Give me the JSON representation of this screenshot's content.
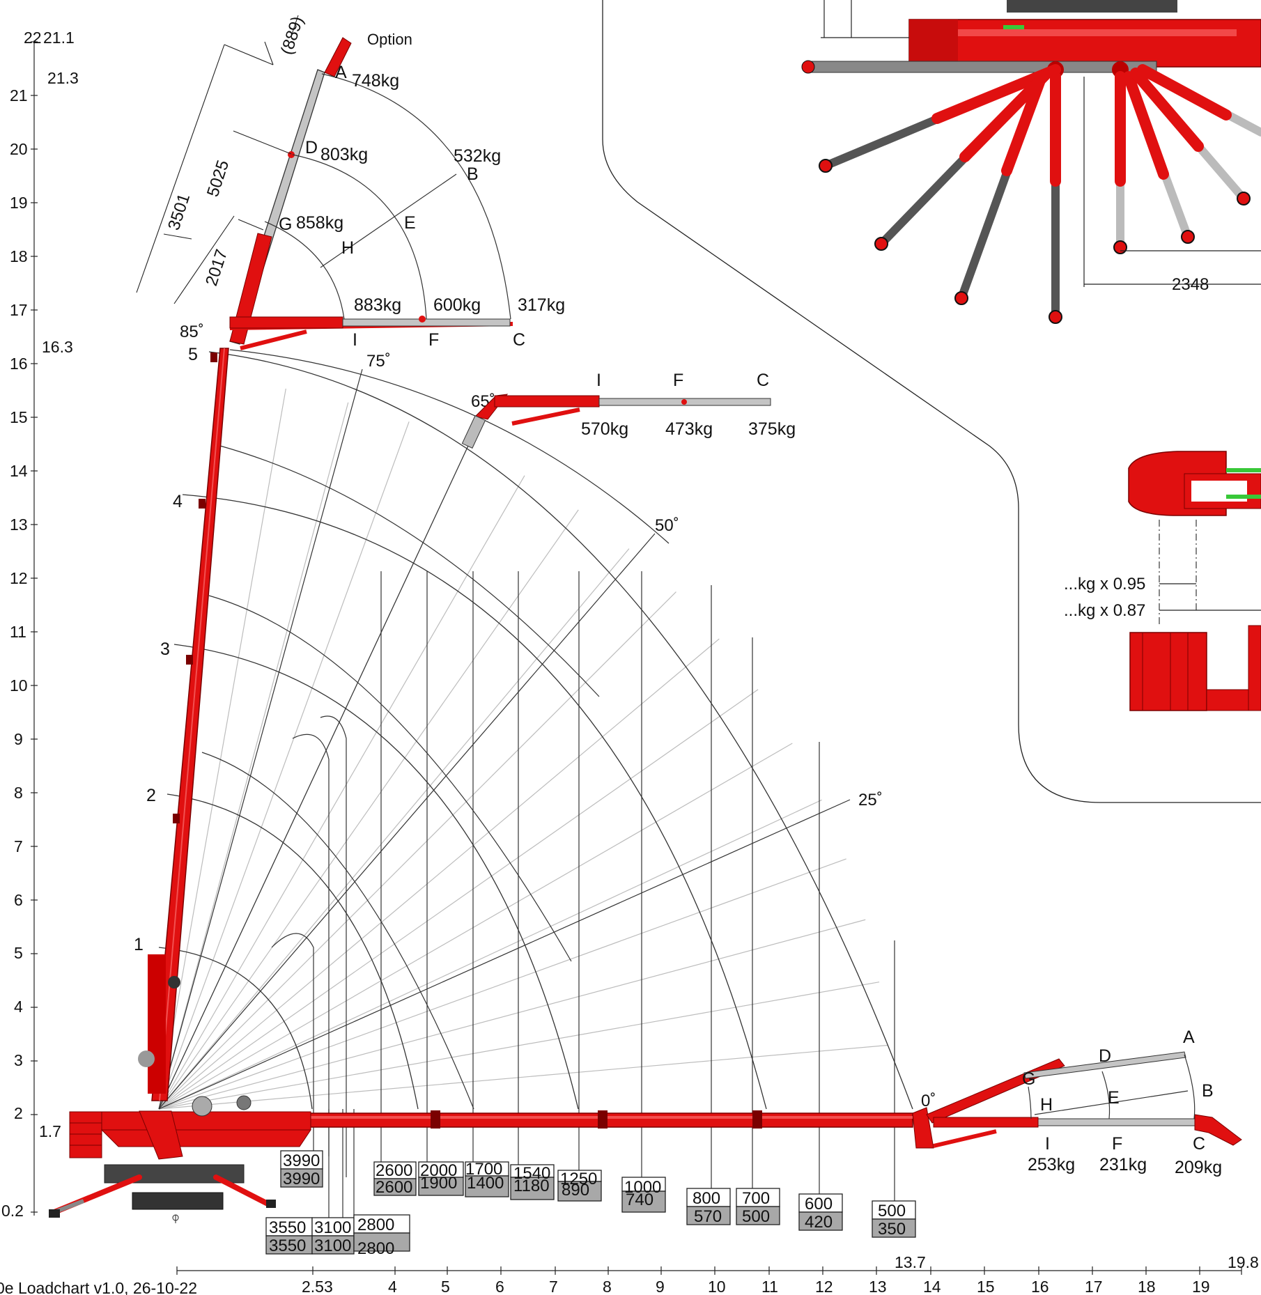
{
  "footer_caption": "0e Loadchart v1.0, 26-10-22",
  "y_axis_ticks": [
    "0.2",
    "1.7",
    "2",
    "3",
    "4",
    "5",
    "6",
    "7",
    "8",
    "9",
    "10",
    "11",
    "12",
    "13",
    "14",
    "15",
    "16",
    "17",
    "18",
    "19",
    "20",
    "21",
    "22"
  ],
  "y_axis_extra": [
    "21.1",
    "21.3",
    "16.3"
  ],
  "x_axis_ticks": [
    "2.53",
    "4",
    "5",
    "6",
    "7",
    "8",
    "9",
    "10",
    "11",
    "12",
    "13",
    "14",
    "15",
    "16",
    "17",
    "18",
    "19"
  ],
  "x_axis_extra": [
    "13.7",
    "19.8"
  ],
  "boom_section_numbers": [
    "1",
    "2",
    "3",
    "4",
    "5"
  ],
  "angles": [
    "85˚",
    "75˚",
    "65˚",
    "50˚",
    "25˚",
    "0˚"
  ],
  "jib_dimensions": [
    "(889)",
    "5025",
    "3501",
    "2017"
  ],
  "jib_option_label": "Option",
  "jib_85": {
    "points": [
      {
        "label": "A",
        "load": "748kg"
      },
      {
        "label": "D",
        "load": "803kg"
      },
      {
        "label": "G",
        "load": "858kg"
      },
      {
        "label": "B",
        "load": "532kg"
      },
      {
        "label": "E",
        "load": ""
      },
      {
        "label": "H",
        "load": ""
      },
      {
        "label": "I",
        "load": "883kg"
      },
      {
        "label": "F",
        "load": "600kg"
      },
      {
        "label": "C",
        "load": "317kg"
      }
    ]
  },
  "jib_65": {
    "points": [
      {
        "label": "I",
        "load": "570kg"
      },
      {
        "label": "F",
        "load": "473kg"
      },
      {
        "label": "C",
        "load": "375kg"
      }
    ]
  },
  "jib_0": {
    "points": [
      {
        "label": "A",
        "load": ""
      },
      {
        "label": "D",
        "load": ""
      },
      {
        "label": "G",
        "load": ""
      },
      {
        "label": "B",
        "load": ""
      },
      {
        "label": "E",
        "load": ""
      },
      {
        "label": "H",
        "load": ""
      },
      {
        "label": "I",
        "load": "253kg"
      },
      {
        "label": "F",
        "load": "231kg"
      },
      {
        "label": "C",
        "load": "209kg"
      }
    ]
  },
  "load_boxes": [
    {
      "top": "3990",
      "bottom": "3990"
    },
    {
      "top": "3550",
      "bottom": "3550"
    },
    {
      "top": "3100",
      "bottom": "3100"
    },
    {
      "top": "2800",
      "bottom": "2800"
    },
    {
      "top": "2600",
      "bottom": "2600"
    },
    {
      "top": "2000",
      "bottom": "1900"
    },
    {
      "top": "1700",
      "bottom": "1400"
    },
    {
      "top": "1540",
      "bottom": "1180"
    },
    {
      "top": "1250",
      "bottom": "890"
    },
    {
      "top": "1000",
      "bottom": "740"
    },
    {
      "top": "800",
      "bottom": "570"
    },
    {
      "top": "700",
      "bottom": "500"
    },
    {
      "top": "600",
      "bottom": "420"
    },
    {
      "top": "500",
      "bottom": "350"
    }
  ],
  "outrigger_notes": [
    "...kg x 0.95",
    "...kg x 0.87"
  ],
  "outrigger_dimension": "2348",
  "colors": {
    "crane_red": "#e01010",
    "dark_red": "#a00000",
    "steel_grey": "#8a8a8a",
    "box_grey": "#a8a8a8",
    "line": "#222222"
  }
}
